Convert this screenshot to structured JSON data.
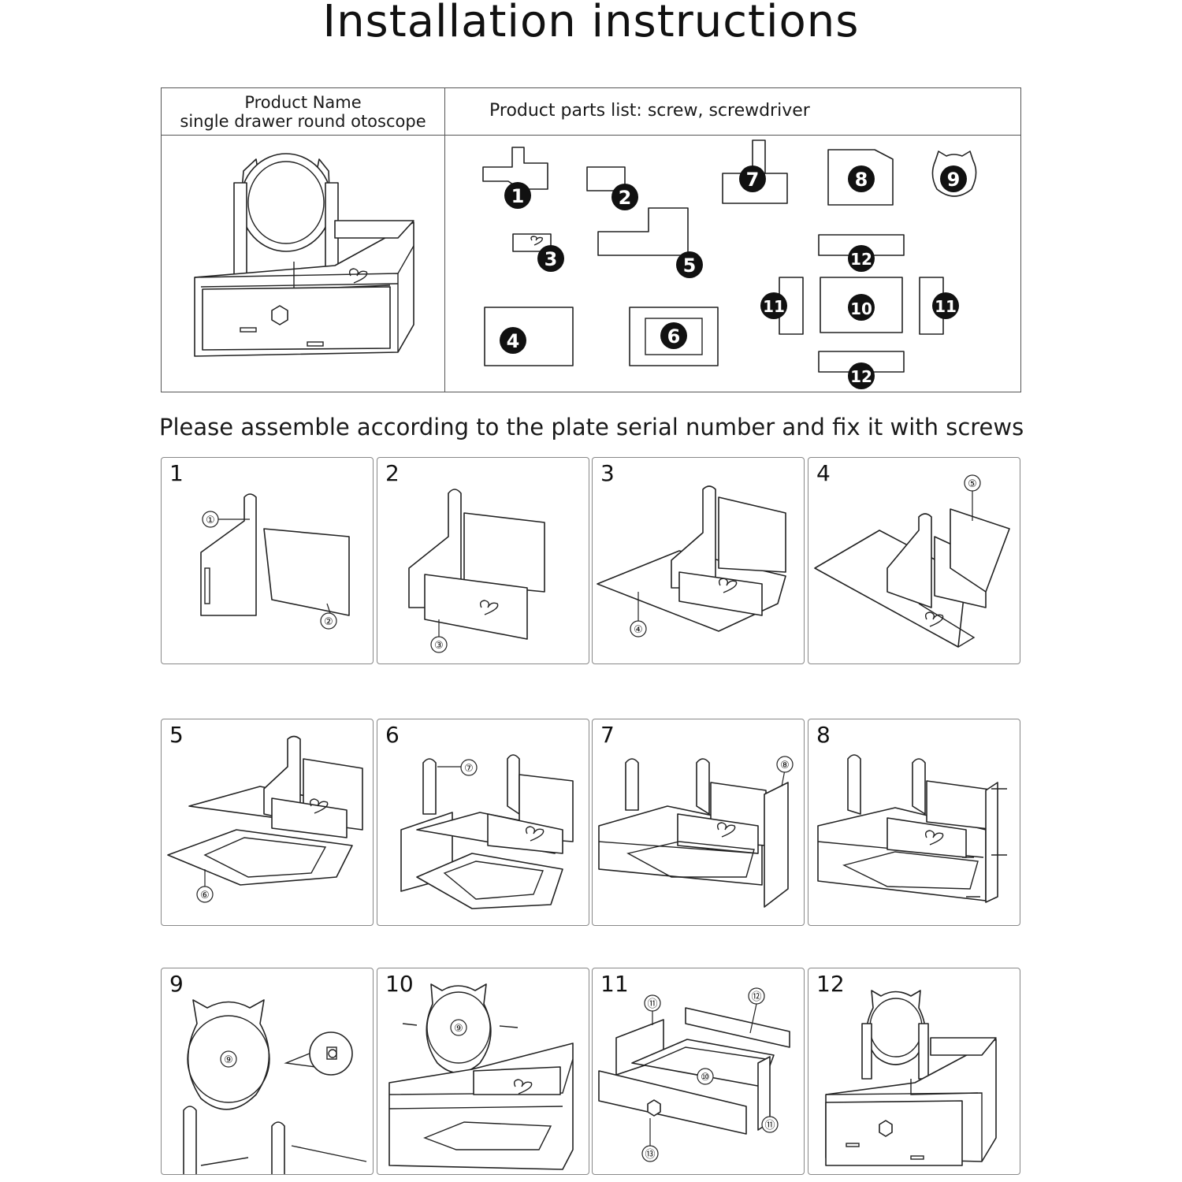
{
  "title": "Installation instructions",
  "header": {
    "name_label": "Product Name",
    "name_value": "single drawer round otoscope",
    "parts_list": "Product parts list: screw, screwdriver"
  },
  "parts": [
    "1",
    "2",
    "3",
    "4",
    "5",
    "6",
    "7",
    "8",
    "9",
    "10",
    "11",
    "11",
    "12",
    "12"
  ],
  "subtitle": "Please assemble according to the plate serial number and fix it with screws",
  "steps": [
    {
      "num": "1",
      "callouts": [
        "①",
        "②"
      ]
    },
    {
      "num": "2",
      "callouts": [
        "③"
      ]
    },
    {
      "num": "3",
      "callouts": [
        "④"
      ]
    },
    {
      "num": "4",
      "callouts": [
        "⑤"
      ]
    },
    {
      "num": "5",
      "callouts": [
        "⑥"
      ]
    },
    {
      "num": "6",
      "callouts": [
        "⑦"
      ]
    },
    {
      "num": "7",
      "callouts": [
        "⑧"
      ]
    },
    {
      "num": "8",
      "callouts": []
    },
    {
      "num": "9",
      "callouts": [
        "⑨"
      ]
    },
    {
      "num": "10",
      "callouts": [
        "⑨"
      ]
    },
    {
      "num": "11",
      "callouts": [
        "⑪",
        "⑫",
        "⑩",
        "⑪",
        "⑬"
      ]
    },
    {
      "num": "12",
      "callouts": []
    }
  ]
}
